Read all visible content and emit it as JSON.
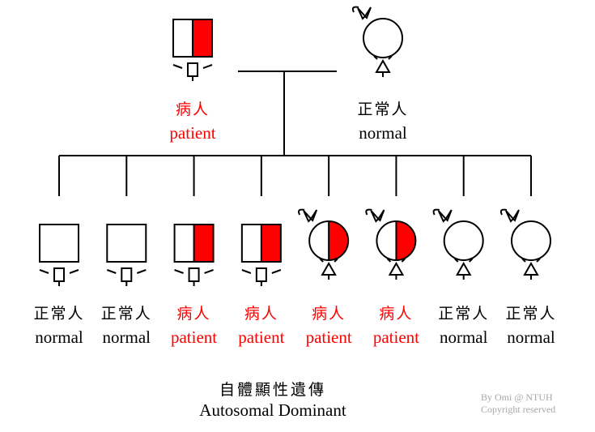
{
  "colors": {
    "affected": "#ff0000",
    "normal": "#000000",
    "line": "#000000",
    "credit": "#a7a7a7"
  },
  "parents": [
    {
      "sex": "male",
      "affected": true,
      "label_zh": "病人",
      "label_en": "patient"
    },
    {
      "sex": "female",
      "affected": false,
      "label_zh": "正常人",
      "label_en": "normal"
    }
  ],
  "children": [
    {
      "sex": "male",
      "affected": false,
      "label_zh": "正常人",
      "label_en": "normal"
    },
    {
      "sex": "male",
      "affected": false,
      "label_zh": "正常人",
      "label_en": "normal"
    },
    {
      "sex": "male",
      "affected": true,
      "label_zh": "病人",
      "label_en": "patient"
    },
    {
      "sex": "male",
      "affected": true,
      "label_zh": "病人",
      "label_en": "patient"
    },
    {
      "sex": "female",
      "affected": true,
      "label_zh": "病人",
      "label_en": "patient"
    },
    {
      "sex": "female",
      "affected": true,
      "label_zh": "病人",
      "label_en": "patient"
    },
    {
      "sex": "female",
      "affected": false,
      "label_zh": "正常人",
      "label_en": "normal"
    },
    {
      "sex": "female",
      "affected": false,
      "label_zh": "正常人",
      "label_en": "normal"
    }
  ],
  "caption": {
    "zh": "自體顯性遺傳",
    "en": "Autosomal Dominant"
  },
  "credit": {
    "line1": "By Omi @ NTUH",
    "line2": "Copyright reserved"
  }
}
